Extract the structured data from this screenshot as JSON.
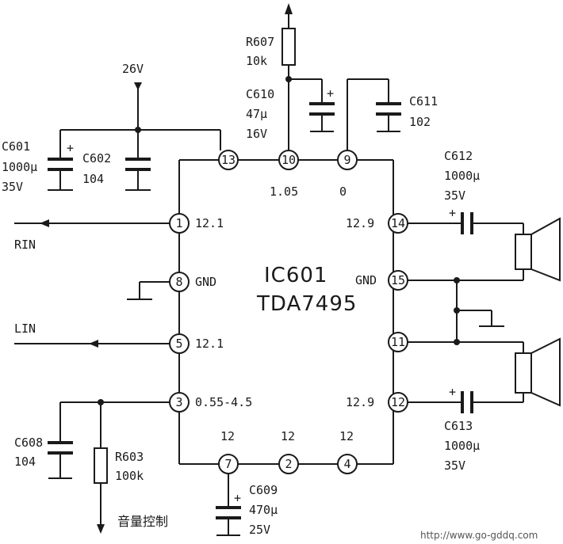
{
  "ic": {
    "ref": "IC601",
    "part": "TDA7495"
  },
  "supply": {
    "voltage": "26V"
  },
  "pins": [
    {
      "num": "13",
      "voltage": ""
    },
    {
      "num": "10",
      "voltage": "1.05"
    },
    {
      "num": "9",
      "voltage": "0"
    },
    {
      "num": "1",
      "voltage": "12.1"
    },
    {
      "num": "8",
      "voltage": "GND"
    },
    {
      "num": "5",
      "voltage": "12.1"
    },
    {
      "num": "3",
      "voltage": "0.55-4.5"
    },
    {
      "num": "14",
      "voltage": "12.9"
    },
    {
      "num": "15",
      "voltage": "GND"
    },
    {
      "num": "11",
      "voltage": ""
    },
    {
      "num": "12",
      "voltage": "12.9"
    },
    {
      "num": "7",
      "voltage": "12"
    },
    {
      "num": "2",
      "voltage": "12"
    },
    {
      "num": "4",
      "voltage": "12"
    }
  ],
  "components": {
    "r607": {
      "ref": "R607",
      "value": "10k"
    },
    "c610": {
      "ref": "C610",
      "value": "47μ",
      "rating": "16V"
    },
    "c611": {
      "ref": "C611",
      "value": "102"
    },
    "c601": {
      "ref": "C601",
      "value": "1000μ",
      "rating": "35V"
    },
    "c602": {
      "ref": "C602",
      "value": "104"
    },
    "c612": {
      "ref": "C612",
      "value": "1000μ",
      "rating": "35V"
    },
    "c613": {
      "ref": "C613",
      "value": "1000μ",
      "rating": "35V"
    },
    "c608": {
      "ref": "C608",
      "value": "104"
    },
    "r603": {
      "ref": "R603",
      "value": "100k"
    },
    "c609": {
      "ref": "C609",
      "value": "470μ",
      "rating": "25V"
    }
  },
  "signals": {
    "rin": "RIN",
    "lin": "LIN",
    "volume": "音量控制"
  },
  "polarity": "+",
  "watermark": "http://www.go-gddq.com"
}
